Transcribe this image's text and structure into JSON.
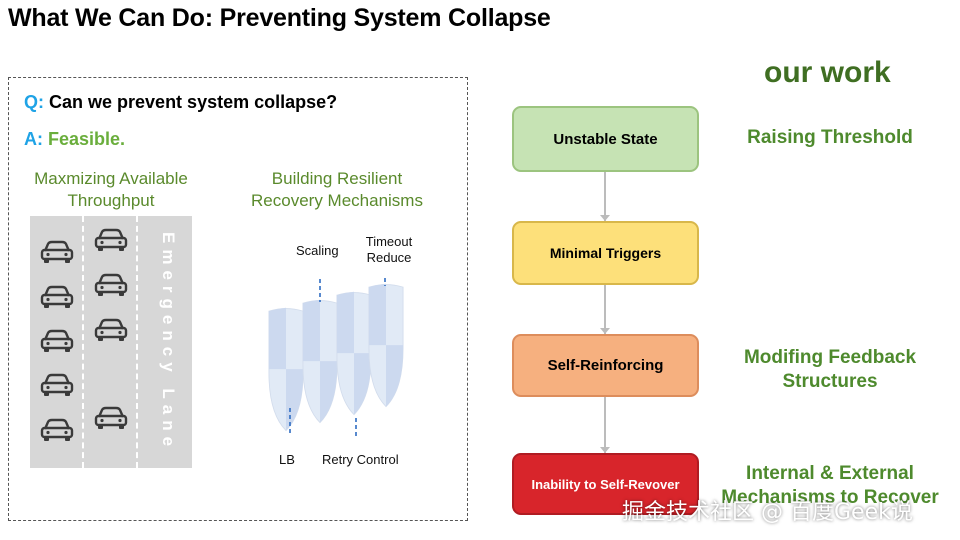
{
  "title": "What We Can Do: Preventing System Collapse",
  "qa": {
    "q_tag": "Q:",
    "question": "Can we prevent system collapse?",
    "a_tag": "A:",
    "answer": "Feasible."
  },
  "left_section": {
    "heading_line1": "Maxmizing Available",
    "heading_line2": "Throughput",
    "emergency_lane": "Emergency Lane"
  },
  "right_section": {
    "heading_line1": "Building Resilient",
    "heading_line2": "Recovery Mechanisms",
    "labels": {
      "scaling": "Scaling",
      "timeout_line1": "Timeout",
      "timeout_line2": "Reduce",
      "lb": "LB",
      "retry": "Retry Control"
    }
  },
  "our_work": "our work",
  "flow": [
    {
      "label": "Unstable State"
    },
    {
      "label": "Minimal Triggers"
    },
    {
      "label": "Self-Reinforcing"
    },
    {
      "label": "Inability to Self-Revover"
    }
  ],
  "strategies": {
    "s1": "Raising Threshold",
    "s2_line1": "Modifing Feedback",
    "s2_line2": "Structures",
    "s3_line1": "Internal & External",
    "s3_line2": "Mechanisms to Recover"
  },
  "watermark": "掘金技术社区 @ 百度Geek说",
  "colors": {
    "question_tag": "#1fa3e6",
    "green_text": "#5a8a2c",
    "dark_green": "#3f6e22",
    "box_green": "#c6e3b4",
    "box_yellow": "#fde07a",
    "box_orange": "#f6b07f",
    "box_red": "#d8252b"
  },
  "icons": {
    "car": "car-icon",
    "shield": "shield-icon"
  }
}
